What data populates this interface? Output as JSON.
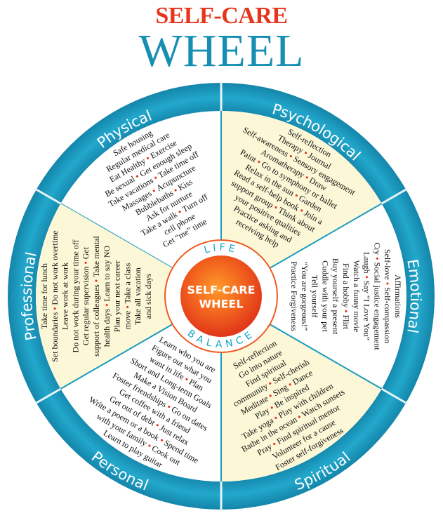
{
  "title": {
    "line1": "SELF-CARE",
    "line2": "WHEEL"
  },
  "center": {
    "top_arc": "LIFE",
    "bottom_arc": "BALANCE",
    "line1": "SELF-CARE",
    "line2": "WHEEL"
  },
  "colors": {
    "ring": "#1a96bb",
    "shade": "#fcf7d6",
    "accent": "#e5361d",
    "center": "#f25a1c"
  },
  "segments": [
    {
      "name": "physical",
      "label": "Physical",
      "angle": 330,
      "shaded": false,
      "lines": [
        "Safe housing",
        "Regular medical care",
        "Eat Healthy • Exercise",
        "Be sexual • Get enough sleep",
        "Take vacations • Take time off",
        "Massages • Acupuncture",
        "Bubblebaths • Kiss",
        "Ask for nurture",
        "Take a walk • Turn off",
        "cell phone",
        "Get “me” time"
      ]
    },
    {
      "name": "psychological",
      "label": "Psychological",
      "angle": 30,
      "shaded": true,
      "lines": [
        "Self-reflection",
        "Therapy • Journal",
        "Self-awareness • Sensory engagement",
        "Aromatherapy • Draw",
        "Paint • Go to symphony or ballet",
        "Relax in the sun • Garden",
        "Read a self-help book • Join a",
        "support group • Think about",
        "your positive qualities",
        "Practice asking and",
        "receiving help"
      ]
    },
    {
      "name": "emotional",
      "label": "Emotional",
      "angle": 90,
      "shaded": false,
      "lines": [
        "Affirmations",
        "Self-love • Self-compassion",
        "Cry • Social justice engagement",
        "Laugh • Say “I Love You”",
        "Watch a funny movie",
        "Find a hobby • Flirt",
        "Buy yourself a present",
        "Cuddle with your pet",
        "Tell yourself",
        "“You are gorgeous!”",
        "Practice Forgiveness"
      ]
    },
    {
      "name": "spiritual",
      "label": "Spiritual",
      "angle": 150,
      "shaded": true,
      "lines": [
        "Self-reflection",
        "Go into nature",
        "Find spiritual",
        "community • Self-cherish",
        "Meditate • Sing • Dance",
        "Play • Be inspired",
        "Take yoga • Play with children",
        "Bathe in the ocean • Watch sunsets",
        "Pray • Find spiritual mentor",
        "Volunteer for a cause",
        "Foster self-forgiveness"
      ]
    },
    {
      "name": "personal",
      "label": "Personal",
      "angle": 210,
      "shaded": false,
      "lines": [
        "Learn who you are",
        "Figure out what you",
        "want in life • Plan",
        "Short and Long-term Goals",
        "Make a Vision Board",
        "Foster friendships • Go on dates",
        "Get coffee with a friend",
        "Get out of debt • Just relax",
        "Write a poem or a book • Spend time",
        "with your family • Cook out",
        "Learn to play guitar"
      ]
    },
    {
      "name": "professional",
      "label": "Professional",
      "angle": 270,
      "shaded": true,
      "lines": [
        "Take time for lunch",
        "Set boundaries • Do not work overtime",
        "Leave work at work",
        "Do not work during your time off",
        "Get regular supervision • Get",
        "support of colleagues • Take mental",
        "health days • Learn to say NO",
        "Plan your next career",
        "move • Take a class",
        "Take all vacation",
        "and sick days"
      ]
    }
  ]
}
